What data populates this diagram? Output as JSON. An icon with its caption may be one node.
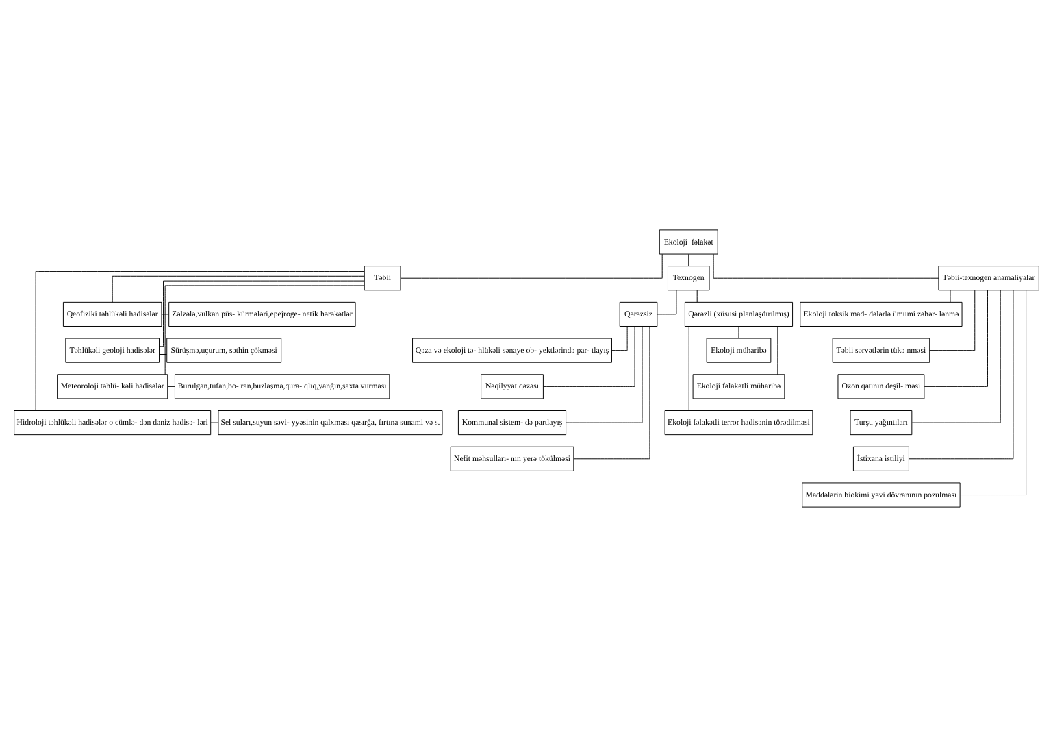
{
  "diagram": {
    "nodes": [
      {
        "text": [
          "Ekoloji  fəlakət"
        ]
      },
      {
        "text": [
          "Təbii"
        ]
      },
      {
        "text": [
          "Texnogen"
        ]
      },
      {
        "text": [
          "Təbii-texnogen anamaliyalar"
        ]
      },
      {
        "text": [
          "Qərəzsiz"
        ]
      },
      {
        "text": [
          "Qərəzli (xüsusi planlaşdırılmış)"
        ]
      },
      {
        "text": [
          "Qeofiziki təhlükəli hadisələr"
        ]
      },
      {
        "text": [
          "Zəlzələ,vulkan püs- kürmələri,epejroge- netik hərəkətlər"
        ]
      },
      {
        "text": [
          "Təhlükəli geoloji hadisələr"
        ]
      },
      {
        "text": [
          "Sürüşmə,uçurum, səthin çökməsi"
        ]
      },
      {
        "text": [
          "Meteoroloji təhlü- kəli hadisələr"
        ]
      },
      {
        "text": [
          "Burulgan,tufan,bo- ran,buzlaşma,qura- qlıq,yanğın,şaxta vurması"
        ]
      },
      {
        "text": [
          "Hidroloji təhlükəli hadisələr o cümlə- dən dəniz hadisə- ləri"
        ]
      },
      {
        "text": [
          "Sel suları,suyun səvi- yyəsinin qalxması qasırğa, fırtına sunami və s."
        ]
      },
      {
        "text": [
          "Qəza və ekoloji tə- hlükəli sənaye ob- yektlərində par- tlayış"
        ]
      },
      {
        "text": [
          "Nəqilyyat qəzası"
        ]
      },
      {
        "text": [
          "Kommunal sistem- də partlayış"
        ]
      },
      {
        "text": [
          "Nefit məhsulları- nın yerə tökülməsi"
        ]
      },
      {
        "text": [
          "Ekoloji müharibə"
        ]
      },
      {
        "text": [
          "Ekoloji fəlakətli müharibə"
        ]
      },
      {
        "text": [
          "Ekoloji fəlakətli terror hadisənin törədilməsi"
        ]
      },
      {
        "text": [
          "Ekoloji toksik mad- dələrlə ümumi zəhər- lənmə"
        ]
      },
      {
        "text": [
          "Təbii sərvətlərin tükə nməsi"
        ]
      },
      {
        "text": [
          "Ozon qatının deşil- məsi"
        ]
      },
      {
        "text": [
          "Turşu yağıntıları"
        ]
      },
      {
        "text": [
          "İstixana istiliyi"
        ]
      },
      {
        "text": [
          "Maddələrin biokimi yəvi dövranının pozulması"
        ]
      }
    ],
    "edges": [
      {
        "from": 0,
        "to": 1,
        "arrow": "none"
      },
      {
        "from": 0,
        "to": 2,
        "arrow": "none"
      },
      {
        "from": 0,
        "to": 3,
        "arrow": "none"
      },
      {
        "from": 2,
        "to": 4,
        "arrow": "none"
      },
      {
        "from": 2,
        "to": 5,
        "arrow": "none"
      },
      {
        "from": 1,
        "to": 6,
        "arrow": "none"
      },
      {
        "from": 6,
        "to": 7,
        "arrow": "none"
      },
      {
        "from": 1,
        "to": 8,
        "arrow": "none"
      },
      {
        "from": 8,
        "to": 9,
        "arrow": "none"
      },
      {
        "from": 1,
        "to": 10,
        "arrow": "none"
      },
      {
        "from": 10,
        "to": 11,
        "arrow": "none"
      },
      {
        "from": 1,
        "to": 12,
        "arrow": "none"
      },
      {
        "from": 12,
        "to": 13,
        "arrow": "none"
      },
      {
        "from": 4,
        "to": 14,
        "arrow": "none"
      },
      {
        "from": 4,
        "to": 15,
        "arrow": "none"
      },
      {
        "from": 4,
        "to": 16,
        "arrow": "none"
      },
      {
        "from": 4,
        "to": 17,
        "arrow": "none"
      },
      {
        "from": 5,
        "to": 18,
        "arrow": "none"
      },
      {
        "from": 5,
        "to": 19,
        "arrow": "none"
      },
      {
        "from": 5,
        "to": 20,
        "arrow": "none"
      },
      {
        "from": 3,
        "to": 21,
        "arrow": "none"
      },
      {
        "from": 3,
        "to": 22,
        "arrow": "none"
      },
      {
        "from": 3,
        "to": 23,
        "arrow": "none"
      },
      {
        "from": 3,
        "to": 24,
        "arrow": "none"
      },
      {
        "from": 3,
        "to": 25,
        "arrow": "none"
      },
      {
        "from": 3,
        "to": 26,
        "arrow": "none"
      }
    ]
  }
}
